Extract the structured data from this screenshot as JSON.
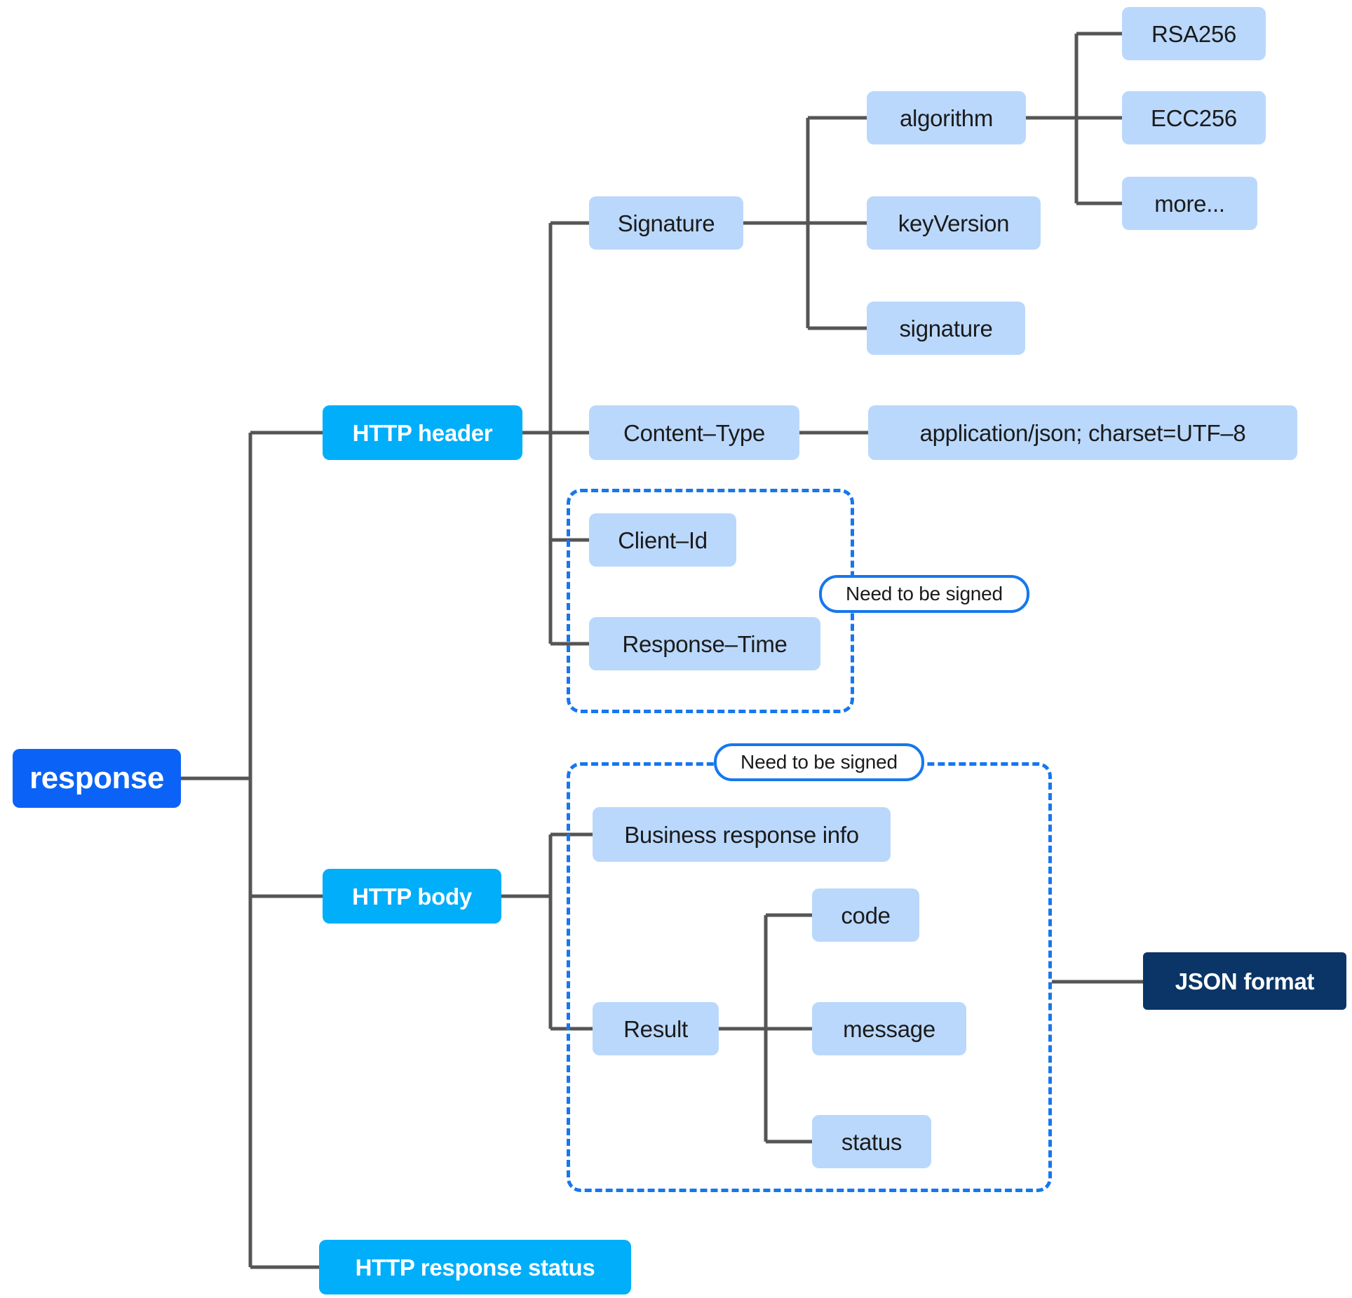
{
  "diagram": {
    "title": "response",
    "type": "mind-map-tree",
    "colors": {
      "root": "#0A63F6",
      "level1": "#00AEFA",
      "leaf": "#BAD8FC",
      "dark": "#0A3566",
      "annotation_border": "#1677EE",
      "connector": "#555555",
      "background": "#FFFFFF"
    },
    "root": {
      "label": "response"
    },
    "branches": [
      {
        "id": "http-header",
        "label": "HTTP header"
      },
      {
        "id": "http-body",
        "label": "HTTP body"
      },
      {
        "id": "http-response-status",
        "label": "HTTP response status"
      }
    ],
    "header_children": [
      {
        "id": "signature",
        "label": "Signature"
      },
      {
        "id": "content-type",
        "label": "Content–Type"
      },
      {
        "id": "client-id",
        "label": "Client–Id"
      },
      {
        "id": "response-time",
        "label": "Response–Time"
      }
    ],
    "signature_children": [
      {
        "id": "algorithm",
        "label": "algorithm"
      },
      {
        "id": "keyversion",
        "label": "keyVersion"
      },
      {
        "id": "signature-field",
        "label": "signature"
      }
    ],
    "algorithm_children": [
      {
        "id": "rsa256",
        "label": "RSA256"
      },
      {
        "id": "ecc256",
        "label": "ECC256"
      },
      {
        "id": "more",
        "label": "more..."
      }
    ],
    "content_type_value": {
      "id": "content-type-value",
      "label": "application/json; charset=UTF–8"
    },
    "body_children": [
      {
        "id": "business-response-info",
        "label": "Business response info"
      },
      {
        "id": "result",
        "label": "Result"
      }
    ],
    "result_children": [
      {
        "id": "code",
        "label": "code"
      },
      {
        "id": "message",
        "label": "message"
      },
      {
        "id": "status",
        "label": "status"
      }
    ],
    "json_format": {
      "id": "json-format",
      "label": "JSON format"
    },
    "annotations": [
      {
        "id": "need-signed-header",
        "label": "Need to be signed"
      },
      {
        "id": "need-signed-body",
        "label": "Need to be signed"
      }
    ]
  }
}
